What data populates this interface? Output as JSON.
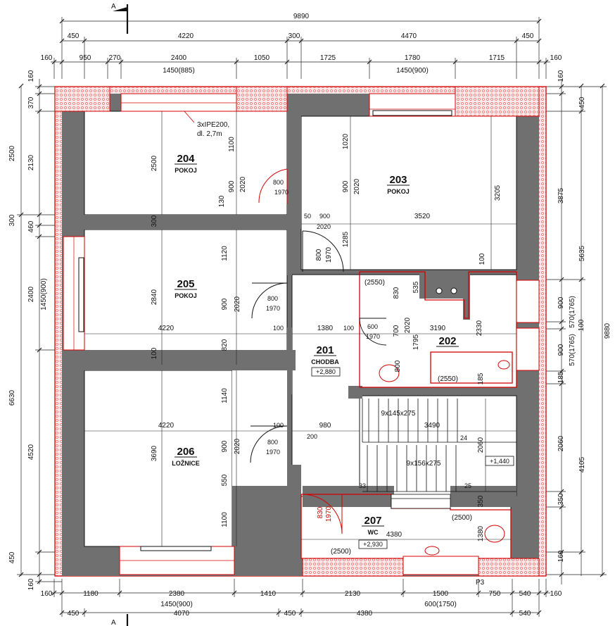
{
  "section_marker": "A",
  "dims_top": {
    "overall": "9890",
    "row2": [
      "450",
      "4220",
      "300",
      "4470",
      "450"
    ],
    "row3": [
      "160",
      "950",
      "270",
      "2400",
      "1050",
      "1725",
      "1780",
      "1715",
      "160"
    ],
    "window_left": "1450(885)",
    "window_right": "1450(900)"
  },
  "dims_bottom": {
    "row1": [
      "160",
      "1180",
      "2380",
      "1410",
      "2130",
      "1500",
      "750",
      "540",
      "160"
    ],
    "window_left": "1450(900)",
    "row2": [
      "450",
      "4070",
      "450",
      "4380",
      "600(1750)",
      "540"
    ]
  },
  "dims_left": {
    "outer": [
      "2500",
      "6630"
    ],
    "inner": [
      "160",
      "370",
      "2130",
      "300",
      "460",
      "2400",
      "1450(900)",
      "4520",
      "450",
      "160"
    ]
  },
  "dims_right": {
    "overall": "9880",
    "outer": [
      "450",
      "3875",
      "5635",
      "4105"
    ],
    "inner": [
      "160",
      "900",
      "570(1765)",
      "100",
      "900",
      "570(1765)",
      "185",
      "2060",
      "350",
      "160"
    ]
  },
  "rooms": [
    {
      "id": "204",
      "name": "POKOJ"
    },
    {
      "id": "203",
      "name": "POKOJ"
    },
    {
      "id": "205",
      "name": "POKOJ"
    },
    {
      "id": "201",
      "name": "CHODBA",
      "level": "+2,880"
    },
    {
      "id": "202",
      "name": ""
    },
    {
      "id": "206",
      "name": "LOŽNICE"
    },
    {
      "id": "207",
      "name": "WC",
      "level": "+2,930"
    }
  ],
  "room_dims": {
    "r204": [
      "2500",
      "1100",
      "2020",
      "900",
      "130",
      "300"
    ],
    "r203": [
      "1020",
      "900",
      "2020",
      "3205",
      "3520",
      "50",
      "900",
      "2020",
      "1285",
      "100"
    ],
    "r205": [
      "1120",
      "2840",
      "900",
      "2020",
      "4220",
      "820",
      "100",
      "100"
    ],
    "r202": [
      "(2550)",
      "830",
      "535",
      "2020",
      "700",
      "1795",
      "3190",
      "2330",
      "(2550)",
      "185",
      "800"
    ],
    "corridor": [
      "1380",
      "100",
      "100",
      "980",
      "200"
    ],
    "r206": [
      "1140",
      "4220",
      "3690",
      "900",
      "2020",
      "550",
      "1100"
    ],
    "stairs": [
      "9x145x275",
      "3490",
      "24",
      "2060",
      "9x156x275",
      "+1,440",
      "33",
      "25"
    ],
    "r207": [
      "830",
      "1970",
      "(2500)",
      "4380",
      "1380",
      "(2500)",
      "350"
    ]
  },
  "doors": {
    "d204": [
      "800",
      "1970"
    ],
    "d205": [
      "800",
      "1970"
    ],
    "d206": [
      "800",
      "1970"
    ],
    "d202": [
      "600",
      "1970"
    ],
    "d201": [
      "800",
      "1970"
    ]
  },
  "beam_note": [
    "3xIPE200,",
    "dl. 2,7m"
  ],
  "label_p3": "P3"
}
